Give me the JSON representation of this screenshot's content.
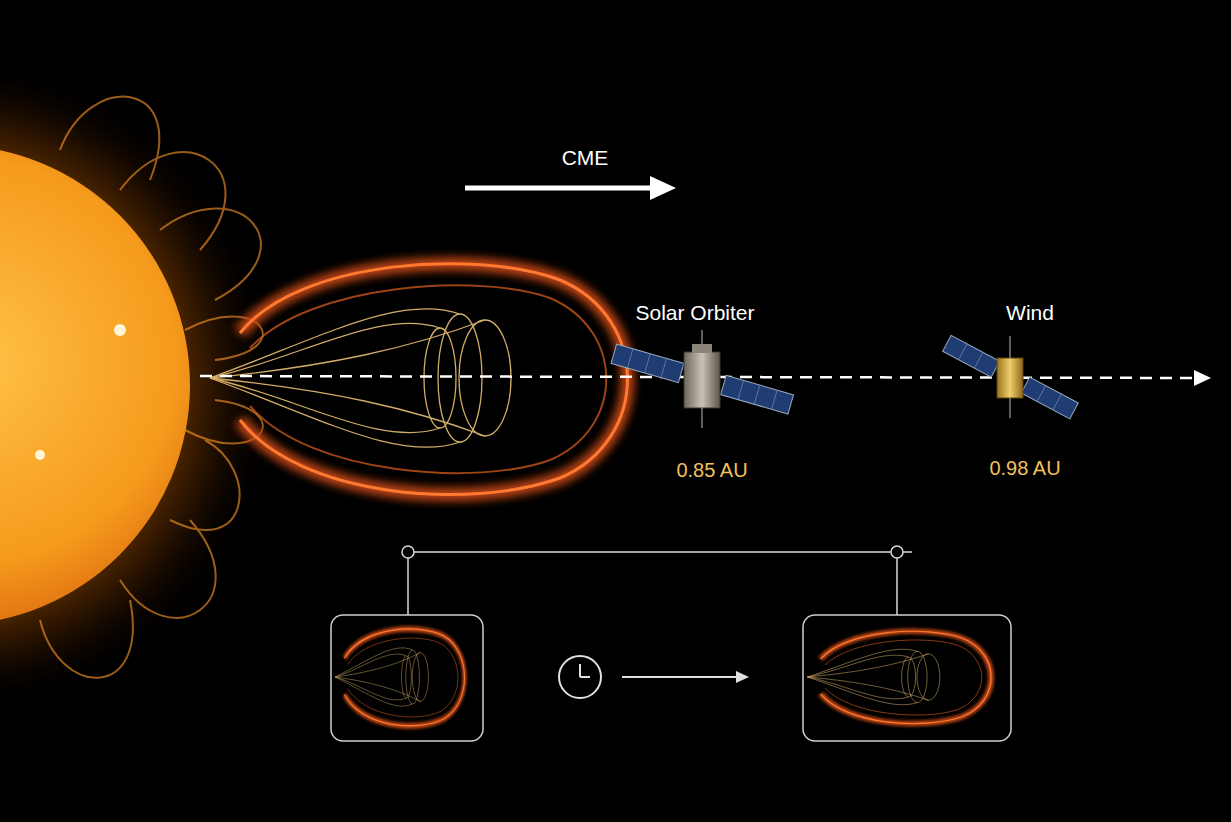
{
  "diagram": {
    "labels": [
      "CME",
      "Solar Orbiter",
      "Wind",
      "0.85 AU",
      "0.98 AU"
    ]
  }
}
